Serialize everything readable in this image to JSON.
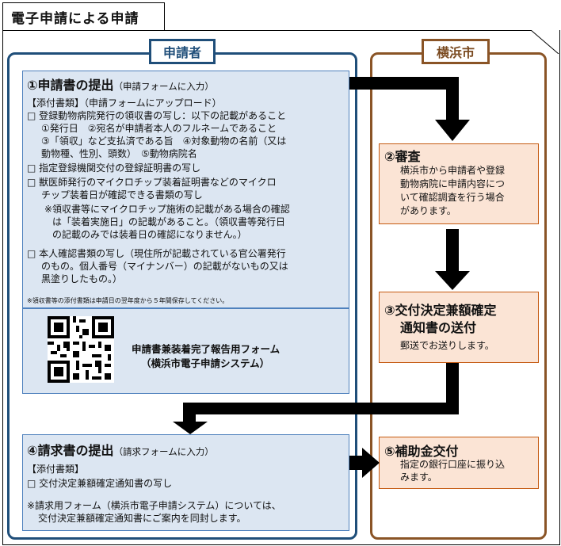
{
  "title": "電子申請による申請",
  "panels": {
    "applicant": "申請者",
    "city": "横浜市"
  },
  "step1": {
    "heading": "①申請書の提出",
    "heading_note": "（申請フォームに入力）",
    "attach_label": "【添付書類】（申請フォームにアップロード）",
    "lines": [
      "□ 登録動物病院発行の領収書の写し：以下の記載があること",
      "①発行日　②宛名が申請者本人のフルネームであること",
      "③「領収」など支払済である旨　④対象動物の名前（又は",
      "動物種、性別、頭数）　⑤動物病院名",
      "□ 指定登録機関交付の登録証明書の写し",
      "□ 獣医師発行のマイクロチップ装着証明書などのマイクロ",
      "チップ装着日が確認できる書類の写し",
      "※領収書等にマイクロチップ施術の記載がある場合の確認",
      "は「装着実施日」の記載があること。（領収書等発行日",
      "の記載のみでは装着日の確認になりません。）",
      "□ 本人確認書類の写し（現住所が記載されている官公署発行",
      "のもの。個人番号（マイナンバー）の記載がないもの又は",
      "黒塗りしたもの。）"
    ],
    "footnote": "※領収書等の添付書類は申請日の翌年度から５年間保存してください。"
  },
  "qr": {
    "line1": "申請書兼装着完了報告用フォーム",
    "line2": "（横浜市電子申請システム）"
  },
  "step2": {
    "heading": "②審査",
    "lines": [
      "横浜市から申請者や登録",
      "動物病院に申請内容につ",
      "いて確認調査を行う場合",
      "があります。"
    ]
  },
  "step3": {
    "heading1": "③交付決定兼額確定",
    "heading2": "通知書の送付",
    "text": "郵送でお送りします。"
  },
  "step4": {
    "heading": "④請求書の提出",
    "heading_note": "（請求フォームに入力）",
    "attach_label": "【添付書類】",
    "line1": "□ 交付決定兼額確定通知書の写し",
    "note1": "※請求用フォーム（横浜市電子申請システム）については、",
    "note2": "交付決定兼額確定通知書にご案内を同封します。"
  },
  "step5": {
    "heading": "⑤補助金交付",
    "lines": [
      "指定の銀行口座に振り込",
      "みます。"
    ]
  }
}
